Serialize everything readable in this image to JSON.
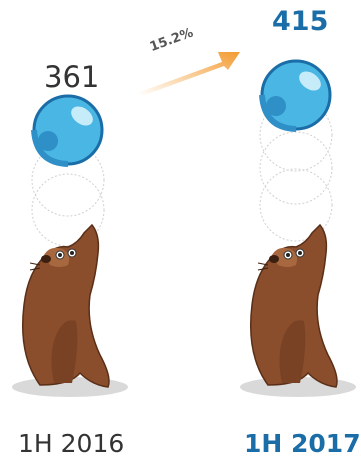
{
  "comparison": {
    "before": {
      "period": "1H 2016",
      "value": "361"
    },
    "after": {
      "period": "1H 2017",
      "value": "415"
    },
    "growth": "15.2%"
  },
  "colors": {
    "accent_blue": "#1b6da8",
    "ball": "#4ab6e3",
    "ball_outline": "#1b6da8",
    "seal": "#8a4e2d",
    "arrow": "#f39b2f",
    "shadow": "#d9d9d9",
    "trail": "#cfcfcf"
  },
  "icons": [
    "ball-icon",
    "seal-icon",
    "arrow-icon"
  ]
}
